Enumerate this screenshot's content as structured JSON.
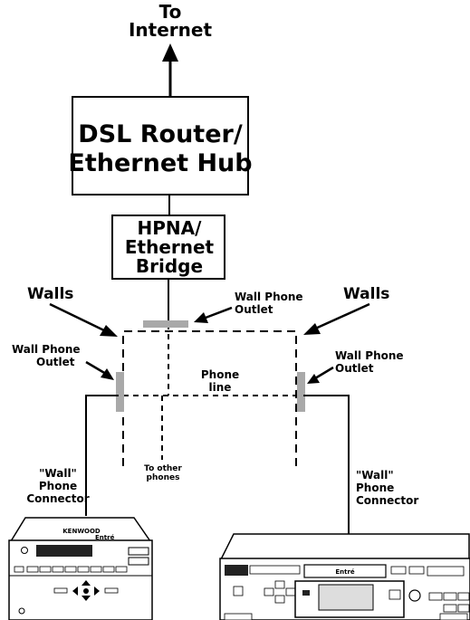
{
  "labels": {
    "to_internet": [
      "To",
      "Internet"
    ],
    "router": [
      "DSL Router/",
      "Ethernet Hub"
    ],
    "bridge": [
      "HPNA/",
      "Ethernet",
      "Bridge"
    ],
    "walls_left": "Walls",
    "walls_right": "Walls",
    "outlet_top": [
      "Wall Phone",
      "Outlet"
    ],
    "outlet_left": [
      "Wall Phone",
      "Outlet"
    ],
    "outlet_right": [
      "Wall Phone",
      "Outlet"
    ],
    "phone_line": [
      "Phone",
      "line"
    ],
    "other_phones": [
      "To other",
      "phones"
    ],
    "connector_left": [
      "\"Wall\"",
      "Phone",
      "Connector"
    ],
    "connector_right": [
      "\"Wall\"",
      "Phone",
      "Connector"
    ]
  },
  "devices": {
    "left_brand": "KENWOOD",
    "left_model": "Entré",
    "right_display": "Entré"
  }
}
